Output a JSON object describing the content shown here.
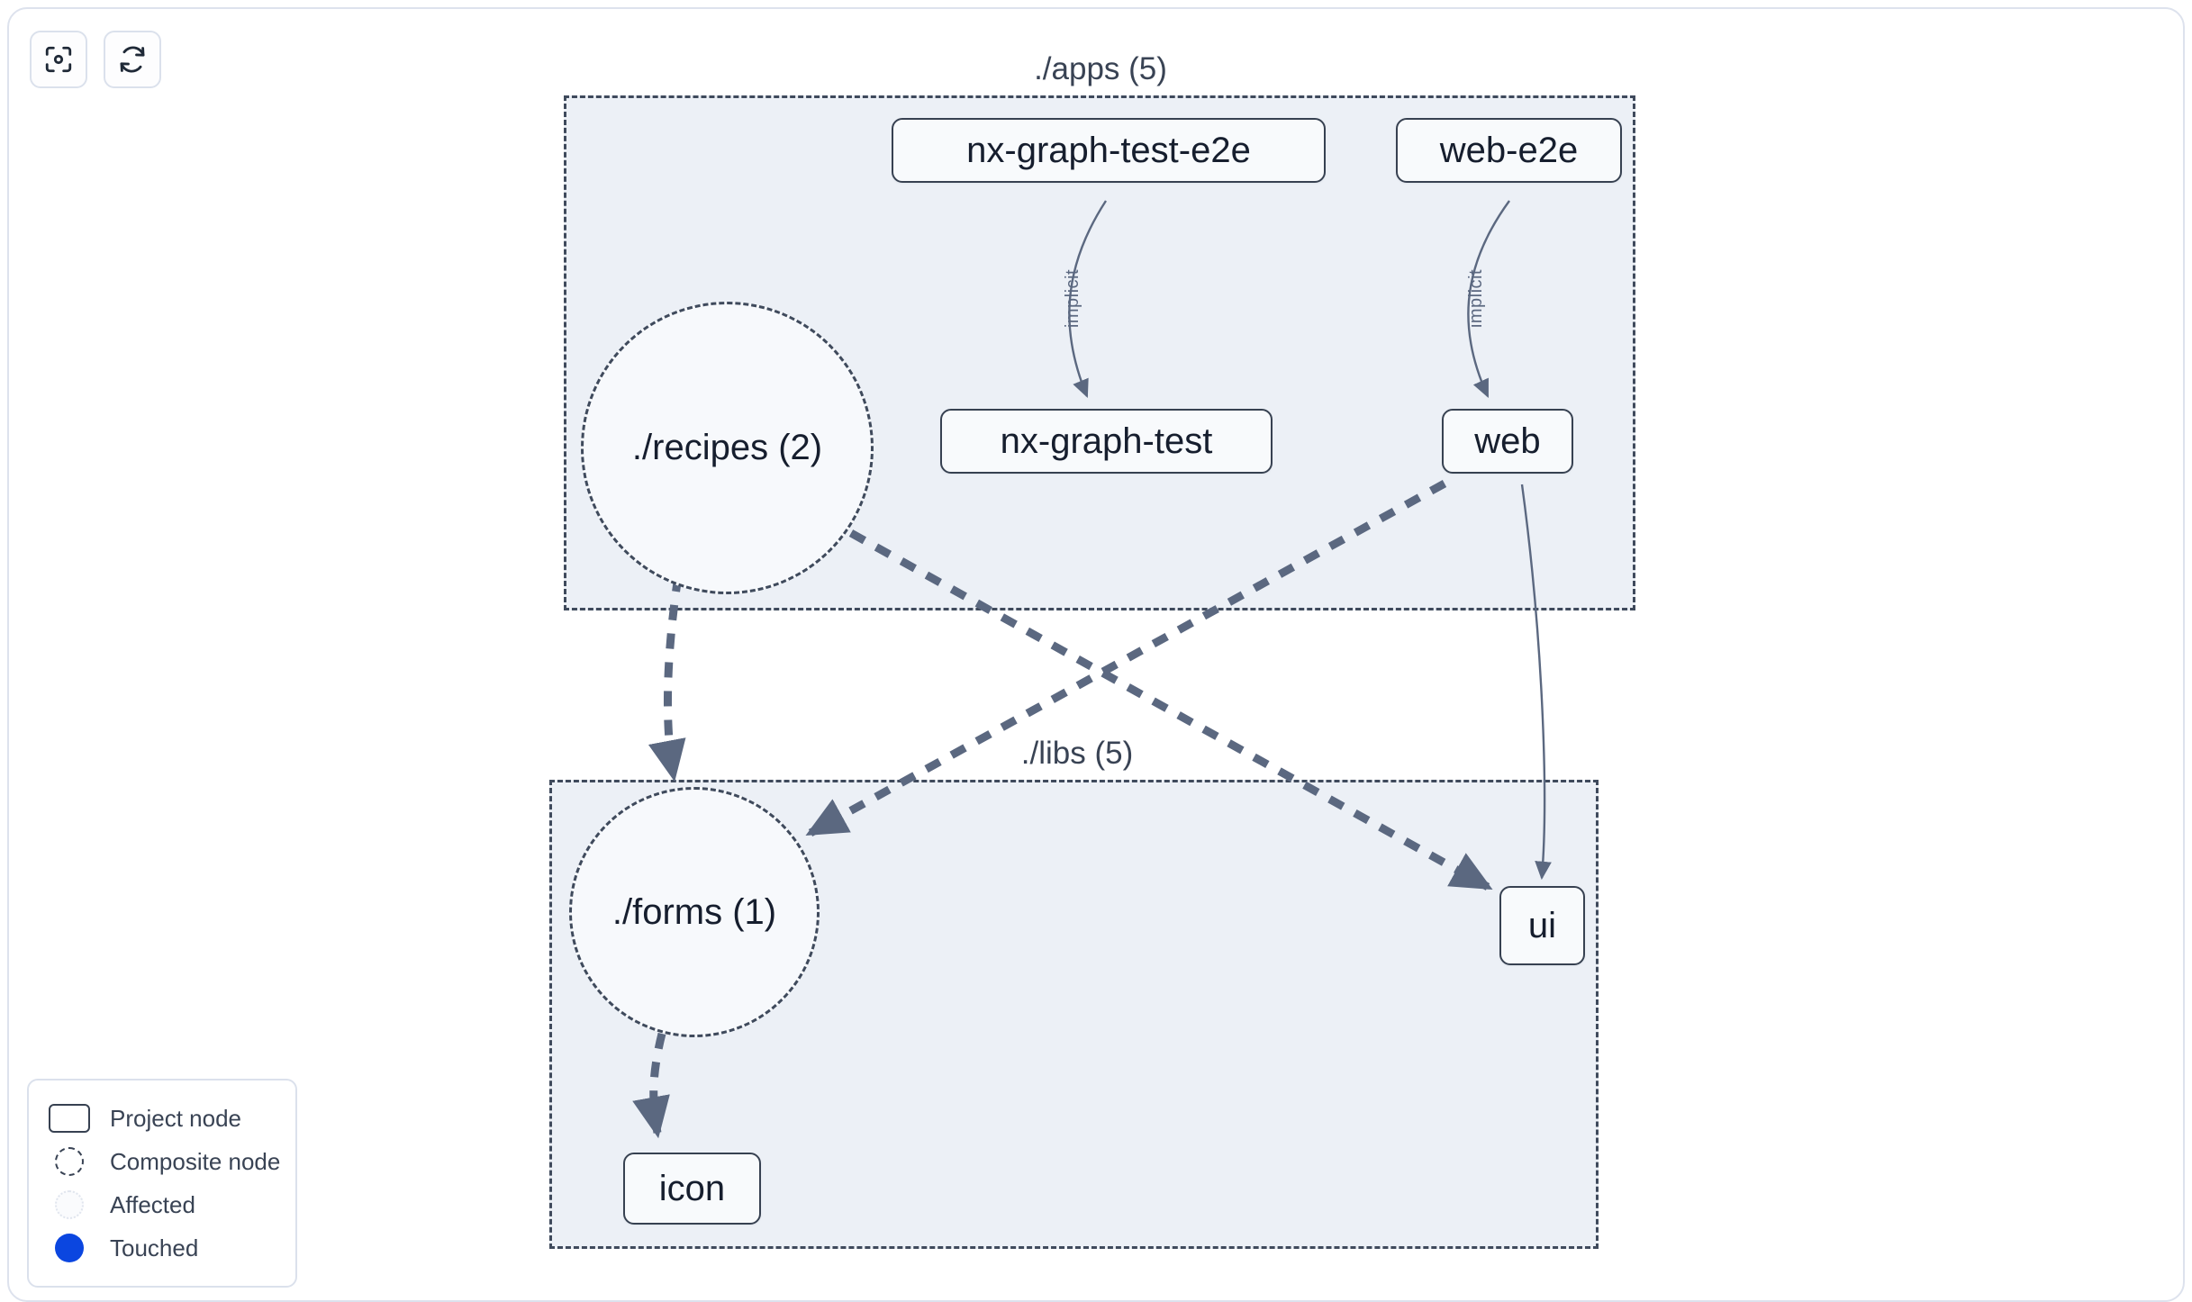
{
  "toolbar": {
    "buttons": [
      {
        "name": "focus-graph-button",
        "icon": "focus-target-icon",
        "label": ""
      },
      {
        "name": "refresh-graph-button",
        "icon": "refresh-icon",
        "label": ""
      }
    ]
  },
  "graph": {
    "groups": [
      {
        "id": "apps",
        "title": "./apps (5)"
      },
      {
        "id": "libs",
        "title": "./libs (5)"
      }
    ],
    "nodes": [
      {
        "id": "nx-graph-test-e2e",
        "label": "nx-graph-test-e2e",
        "type": "project",
        "group": "apps"
      },
      {
        "id": "web-e2e",
        "label": "web-e2e",
        "type": "project",
        "group": "apps"
      },
      {
        "id": "recipes",
        "label": "./recipes (2)",
        "type": "composite",
        "group": "apps"
      },
      {
        "id": "nx-graph-test",
        "label": "nx-graph-test",
        "type": "project",
        "group": "apps"
      },
      {
        "id": "web",
        "label": "web",
        "type": "project",
        "group": "apps"
      },
      {
        "id": "forms",
        "label": "./forms (1)",
        "type": "composite",
        "group": "libs"
      },
      {
        "id": "ui",
        "label": "ui",
        "type": "project",
        "group": "libs"
      },
      {
        "id": "icon",
        "label": "icon",
        "type": "project",
        "group": "libs"
      }
    ],
    "edges": [
      {
        "source": "nx-graph-test-e2e",
        "target": "nx-graph-test",
        "label": "implicit",
        "style": "solid"
      },
      {
        "source": "web-e2e",
        "target": "web",
        "label": "implicit",
        "style": "solid"
      },
      {
        "source": "web",
        "target": "ui",
        "label": "",
        "style": "solid"
      },
      {
        "source": "recipes",
        "target": "forms",
        "label": "",
        "style": "dashed"
      },
      {
        "source": "recipes",
        "target": "ui",
        "label": "",
        "style": "dashed"
      },
      {
        "source": "web",
        "target": "forms",
        "label": "",
        "style": "dashed"
      },
      {
        "source": "forms",
        "target": "icon",
        "label": "",
        "style": "dashed"
      }
    ],
    "edge_label_1": "implicit",
    "edge_label_2": "implicit"
  },
  "legend": {
    "items": [
      {
        "marker": "project-node-swatch",
        "label": "Project node"
      },
      {
        "marker": "composite-node-swatch",
        "label": "Composite node"
      },
      {
        "marker": "affected-swatch",
        "label": "Affected"
      },
      {
        "marker": "touched-swatch",
        "label": "Touched"
      }
    ]
  },
  "colors": {
    "group_fill": "#ecf0f6",
    "group_border": "#3f4a5c",
    "node_fill": "#f8fafc",
    "node_border": "#374151",
    "node_text": "#161e2e",
    "edge": "#5b6880",
    "touched": "#0b46e0",
    "card_border": "#dde2ed"
  }
}
